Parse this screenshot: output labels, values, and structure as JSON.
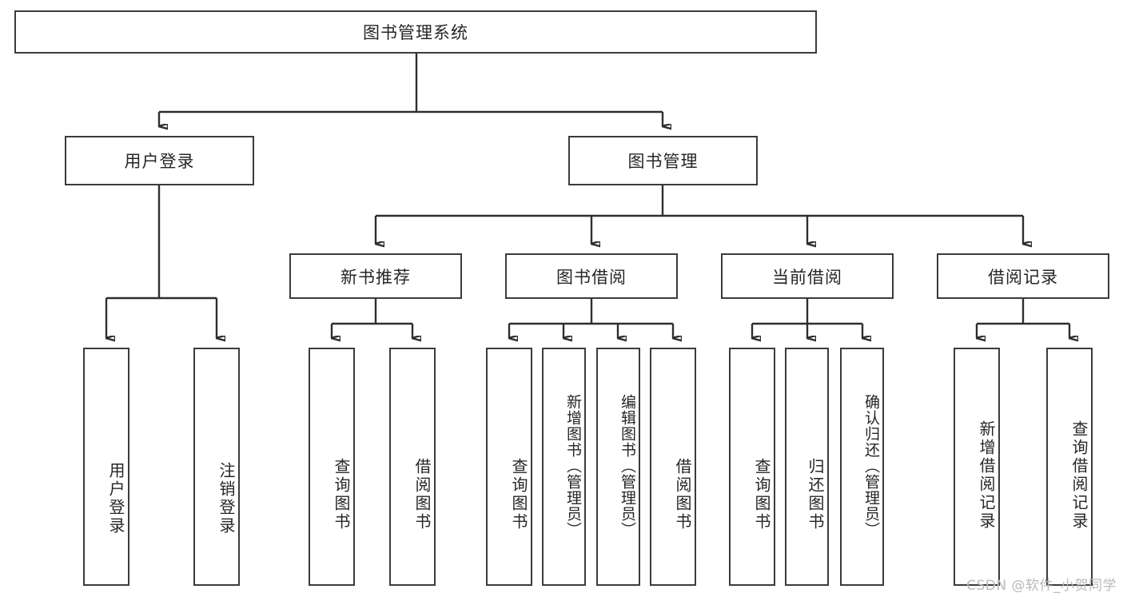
{
  "diagram": {
    "title_text": "图书管理系统",
    "watermark": "CSDN @软件_小贺同学",
    "colors": {
      "box_border": "#3b3b3b",
      "box_fill": "#ffffff",
      "link_stroke": "#2e2e2e",
      "text": "#262626",
      "watermark": "#b9b9b9"
    }
  },
  "chart_data": {
    "type": "tree",
    "title": "图书管理系统",
    "root": "图书管理系统",
    "levels": 4,
    "nodes": [
      {
        "id": "root",
        "label": "图书管理系统",
        "level": 0,
        "parent": null
      },
      {
        "id": "l1-user",
        "label": "用户登录",
        "level": 1,
        "parent": "root"
      },
      {
        "id": "l1-book",
        "label": "图书管理",
        "level": 1,
        "parent": "root"
      },
      {
        "id": "l2-newbook",
        "label": "新书推荐",
        "level": 2,
        "parent": "l1-book"
      },
      {
        "id": "l2-borrow",
        "label": "图书借阅",
        "level": 2,
        "parent": "l1-book"
      },
      {
        "id": "l2-current",
        "label": "当前借阅",
        "level": 2,
        "parent": "l1-book"
      },
      {
        "id": "l2-record",
        "label": "借阅记录",
        "level": 2,
        "parent": "l1-book"
      },
      {
        "id": "l3-login",
        "label": "用户登录",
        "level": 3,
        "parent": "l1-user"
      },
      {
        "id": "l3-logout",
        "label": "注销登录",
        "level": 3,
        "parent": "l1-user"
      },
      {
        "id": "l3-query-1",
        "label": "查询图书",
        "level": 3,
        "parent": "l2-newbook"
      },
      {
        "id": "l3-borrow-1",
        "label": "借阅图书",
        "level": 3,
        "parent": "l2-newbook"
      },
      {
        "id": "l3-query-2",
        "label": "查询图书",
        "level": 3,
        "parent": "l2-borrow"
      },
      {
        "id": "l3-add-book",
        "label": "新增图书（管理员）",
        "level": 3,
        "parent": "l2-borrow"
      },
      {
        "id": "l3-edit-book",
        "label": "编辑图书（管理员）",
        "level": 3,
        "parent": "l2-borrow"
      },
      {
        "id": "l3-borrow-2",
        "label": "借阅图书",
        "level": 3,
        "parent": "l2-borrow"
      },
      {
        "id": "l3-query-3",
        "label": "查询图书",
        "level": 3,
        "parent": "l2-current"
      },
      {
        "id": "l3-return",
        "label": "归还图书",
        "level": 3,
        "parent": "l2-current"
      },
      {
        "id": "l3-confirm",
        "label": "确认归还（管理员）",
        "level": 3,
        "parent": "l2-current"
      },
      {
        "id": "l3-add-record",
        "label": "新增借阅记录",
        "level": 3,
        "parent": "l2-record"
      },
      {
        "id": "l3-query-record",
        "label": "查询借阅记录",
        "level": 3,
        "parent": "l2-record"
      }
    ]
  },
  "nodes": {
    "root": {
      "label": "图书管理系统"
    },
    "l1": [
      {
        "label": "用户登录"
      },
      {
        "label": "图书管理"
      }
    ],
    "l2": [
      {
        "label": "新书推荐"
      },
      {
        "label": "图书借阅"
      },
      {
        "label": "当前借阅"
      },
      {
        "label": "借阅记录"
      }
    ],
    "l3": [
      {
        "label": "用户登录"
      },
      {
        "label": "注销登录"
      },
      {
        "label": "查询图书"
      },
      {
        "label": "借阅图书"
      },
      {
        "label": "查询图书"
      },
      {
        "label": "新增图书（管理员）"
      },
      {
        "label": "编辑图书（管理员）"
      },
      {
        "label": "借阅图书"
      },
      {
        "label": "查询图书"
      },
      {
        "label": "归还图书"
      },
      {
        "label": "确认归还（管理员）"
      },
      {
        "label": "新增借阅记录"
      },
      {
        "label": "查询借阅记录"
      }
    ]
  }
}
